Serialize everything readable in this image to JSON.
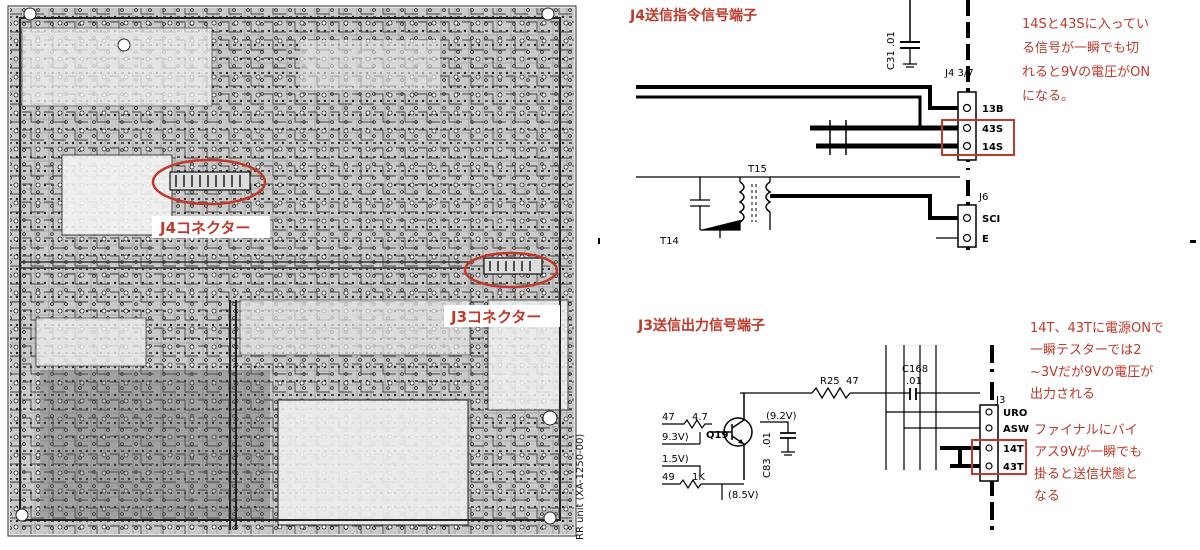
{
  "pcb": {
    "label_j4": "J4コネクター",
    "label_j3": "J3コネクター",
    "side_text": "RR unit (XA-1250-00)"
  },
  "schematic_j4": {
    "title": "J4送信指令信号端子",
    "capacitor": "C31 .01",
    "connector_j4": "J4 3/7",
    "pins_j4": [
      "13B",
      "43S",
      "14S"
    ],
    "transformer": "T15",
    "transistor_ref": "T14",
    "connector_j6": "J6",
    "pins_j6": [
      "SCI",
      "E"
    ],
    "note": [
      "14Sと43Sに入ってい",
      "る信号が一瞬でも切",
      "れると9Vの電圧がON",
      "になる。"
    ]
  },
  "schematic_j3": {
    "title": "J3送信出力信号端子",
    "capacitor_c168": "C168",
    "capacitor_c168_value": ".01",
    "resistor_r25": "R25",
    "resistor_r25_value": "47",
    "voltage_92": "(9.2V)",
    "transistor": "Q19",
    "capacitor_c83": "C83",
    "capacitor_c83_value": ".01",
    "label_47": "47",
    "label_47b": "4.7",
    "label_93": "9.3V)",
    "label_15": "1.5V)",
    "label_49": "49",
    "label_1k": "1K",
    "label_85": "(8.5V)",
    "connector_j3": "J3",
    "pins_j3": [
      "URO",
      "ASW",
      "14T",
      "43T"
    ],
    "note1": [
      "14T、43Tに電源ONで",
      "一瞬テスターでは2",
      "~3Vだが9Vの電圧が",
      "出力される"
    ],
    "note2": [
      "ファイナルにバイ",
      "アス9Vが一瞬でも",
      "掛ると送信状態と",
      "なる"
    ]
  },
  "colors": {
    "annotation": "#c0392b",
    "pcb_bg": "#d9d9d9",
    "pcb_trace": "#333333"
  }
}
